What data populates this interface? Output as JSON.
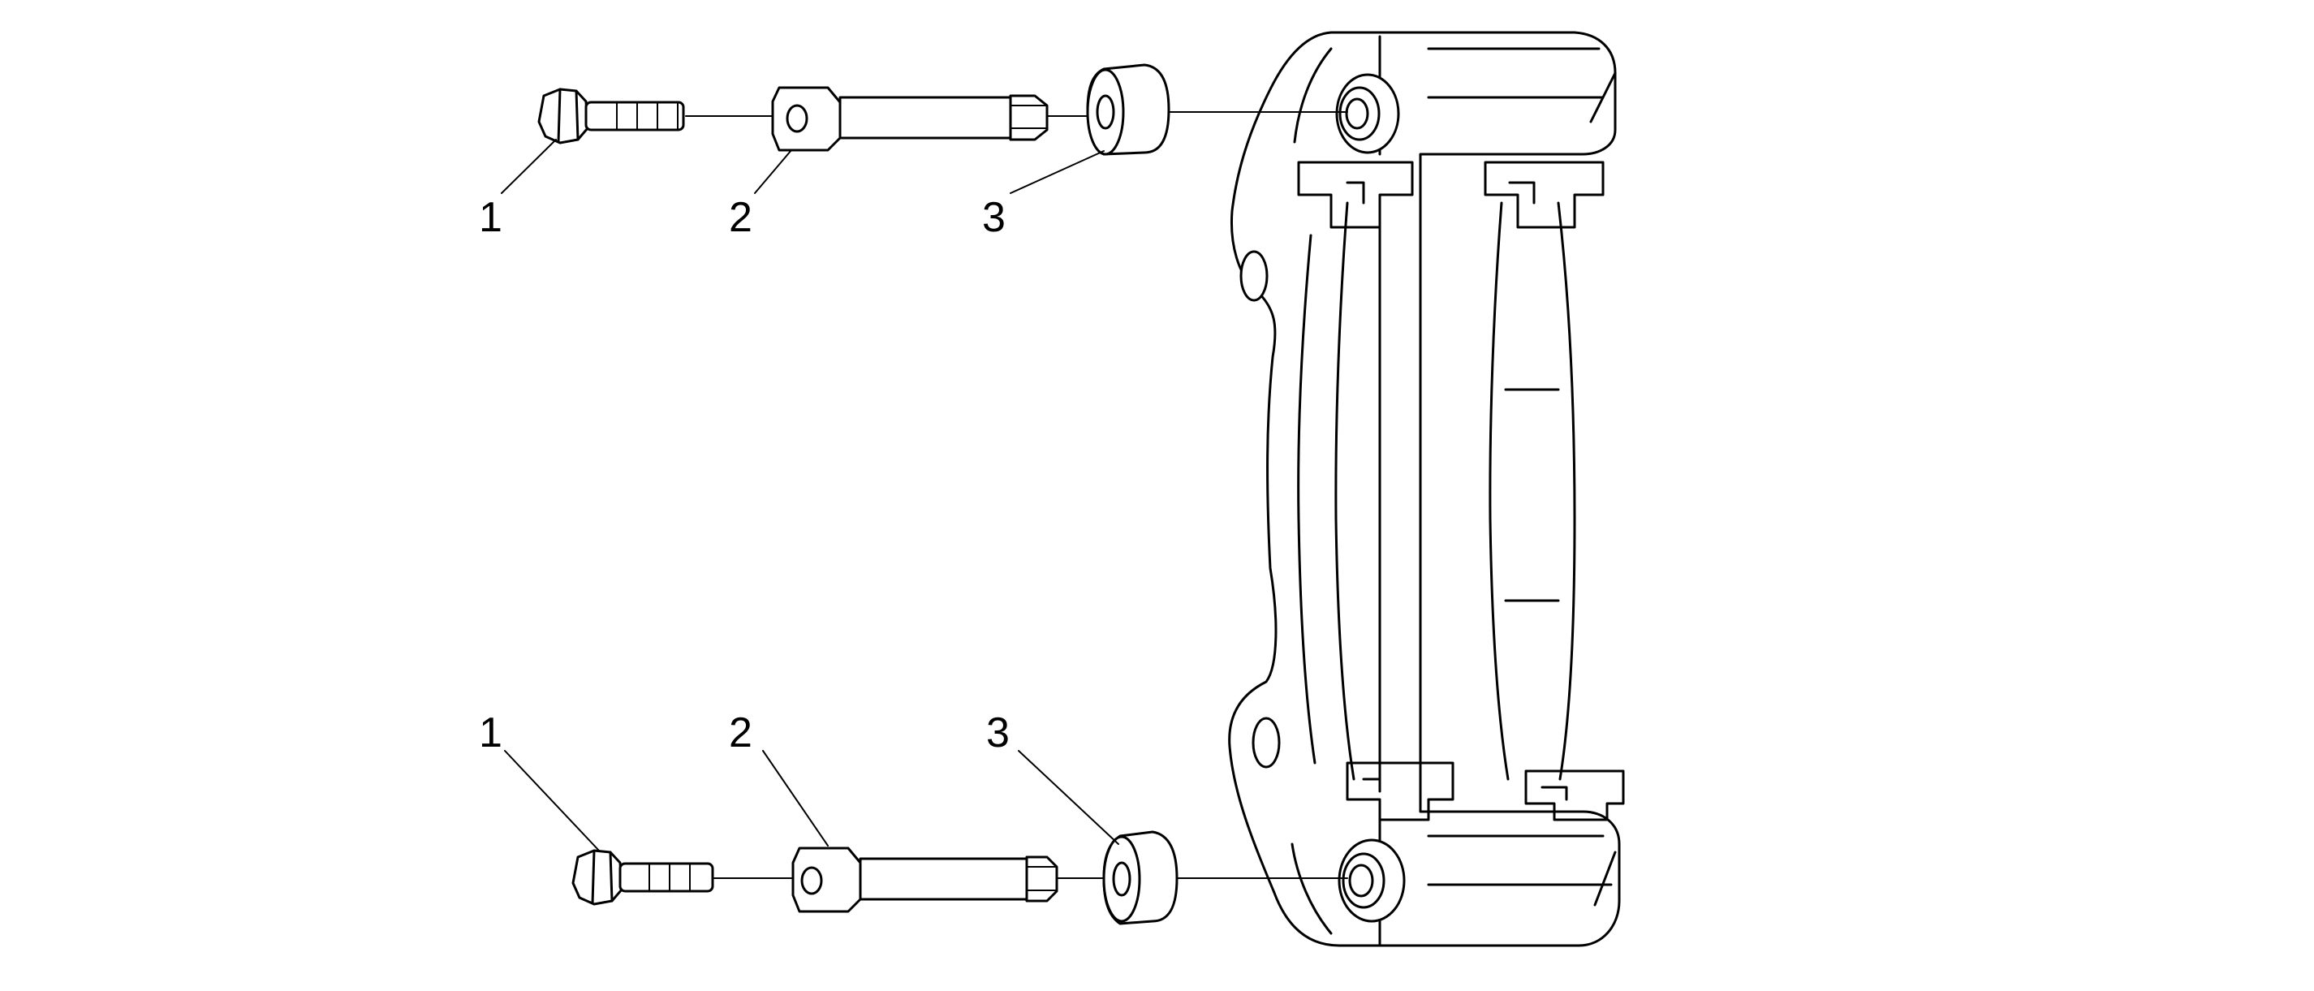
{
  "diagram": {
    "top_row": {
      "bolt_label": "1",
      "pin_label": "2",
      "boot_label": "3"
    },
    "bottom_row": {
      "bolt_label": "1",
      "pin_label": "2",
      "boot_label": "3"
    }
  }
}
